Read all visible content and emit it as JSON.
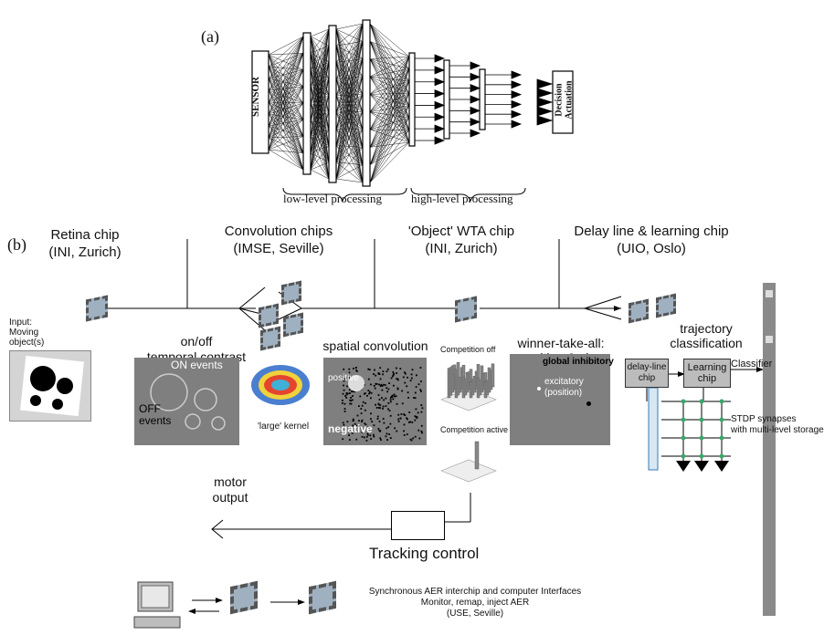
{
  "part_a": {
    "label": "(a)",
    "sensor": "SENSOR",
    "decision": "Decision",
    "actuation": "Actuation",
    "low_level": "low-level processing",
    "high_level": "high-level processing"
  },
  "part_b": {
    "label": "(b)",
    "retina": {
      "title": "Retina chip",
      "place": "(INI, Zurich)"
    },
    "convolution": {
      "title": "Convolution chips",
      "place": "(IMSE, Seville)"
    },
    "wta": {
      "title": "'Object' WTA chip",
      "place": "(INI, Zurich)"
    },
    "delay": {
      "title": "Delay line & learning chip",
      "place": "(UIO, Oslo)"
    },
    "input": {
      "line1": "Input:",
      "line2": "Moving",
      "line3": "object(s)"
    },
    "temporal": {
      "line1": "on/off",
      "line2": "temporal contrast",
      "on_events": "ON events",
      "off_events": "OFF",
      "off_events2": "events"
    },
    "kernel": "'large' kernel",
    "spatial": {
      "title": "spatial convolution",
      "positive": "positive",
      "negative": "negative"
    },
    "competition_off": "Competition off",
    "competition_active": "Competition active",
    "wta_panel": {
      "line1": "winner-take-all:",
      "line2": "position & size",
      "global": "global inhibitory",
      "excitatory": "excitatory",
      "position": "(position)"
    },
    "trajectory": {
      "line1": "trajectory",
      "line2": "classification"
    },
    "delay_chip": {
      "line1": "delay-line",
      "line2": "chip"
    },
    "learning_chip": {
      "line1": "Learning",
      "line2": "chip"
    },
    "classifier": "Classifier",
    "stdp": {
      "line1": "STDP synapses",
      "line2": "with multi-level storage"
    },
    "motor": {
      "line1": "motor",
      "line2": "output"
    },
    "tracking": "Tracking control",
    "aer": {
      "line1": "Synchronous AER interchip and computer Interfaces",
      "line2": "Monitor, remap, inject AER",
      "line3": "(USE, Seville)"
    }
  }
}
